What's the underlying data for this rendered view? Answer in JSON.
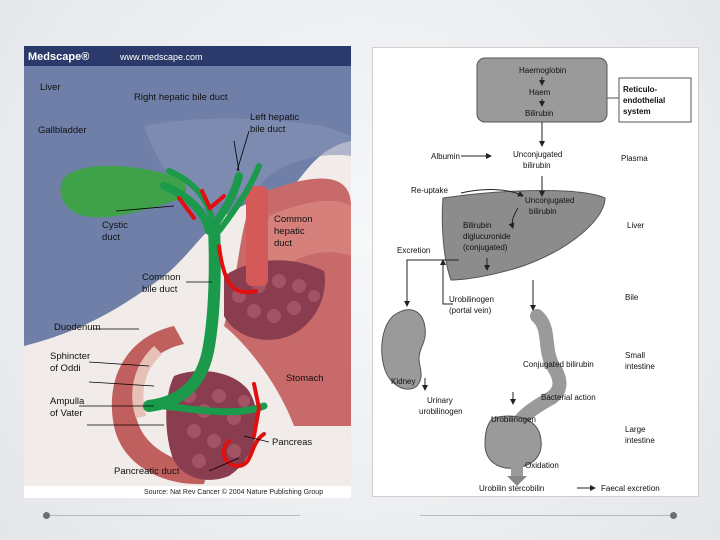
{
  "left_figure": {
    "brand": "Medscape®",
    "url": "www.medscape.com",
    "labels": {
      "liver": "Liver",
      "right_hepatic": "Right hepatic bile duct",
      "left_hepatic_1": "Left hepatic",
      "left_hepatic_2": "bile duct",
      "gallbladder": "Gallbladder",
      "cystic_1": "Cystic",
      "cystic_2": "duct",
      "common_hepatic_1": "Common",
      "common_hepatic_2": "hepatic",
      "common_hepatic_3": "duct",
      "common_bile_1": "Common",
      "common_bile_2": "bile duct",
      "duodenum": "Duodenum",
      "sphincter_1": "Sphincter",
      "sphincter_2": "of Oddi",
      "stomach": "Stomach",
      "ampulla_1": "Ampulla",
      "ampulla_2": "of Vater",
      "pancreas": "Pancreas",
      "pancreatic_duct": "Pancreatic duct"
    },
    "source": "Source: Nat Rev Cancer © 2004 Nature Publishing Group",
    "colors": {
      "duct": "#1a9a4a",
      "liver": "#6f7fa8",
      "gallbladder": "#3fa24a",
      "pancreas": "#8a3d4e",
      "stomach": "#c86a6a",
      "arrow": "#e01010"
    }
  },
  "right_figure": {
    "haemoglobin": "Haemoglobin",
    "haem": "Haem",
    "bilirubin": "Bilirubin",
    "reticulo_1": "Reticulo-",
    "reticulo_2": "endothelial",
    "reticulo_3": "system",
    "albumin": "Albumin",
    "unconj_1": "Unconjugated",
    "unconj_2": "bilirubin",
    "plasma": "Plasma",
    "reuptake": "Re-uptake",
    "liver_unconj_1": "Unconjugated",
    "liver_unconj_2": "bilirubin",
    "biliru_dig_1": "Bilirubin",
    "biliru_dig_2": "diglucuronide",
    "biliru_dig_3": "(conjugated)",
    "liver": "Liver",
    "excretion": "Excretion",
    "bile": "Bile",
    "urobilinogen_portal_1": "Urobilinogen",
    "urobilinogen_portal_2": "(portal vein)",
    "conjugated_bilirubin": "Conjugated bilirubin",
    "small_intestine_1": "Small",
    "small_intestine_2": "intestine",
    "kidney": "Kidney",
    "urinary_1": "Urinary",
    "urinary_2": "urobilinogen",
    "bacterial_action": "Bacterial action",
    "urobilinogen": "Urobilinogen",
    "large_intestine_1": "Large",
    "large_intestine_2": "intestine",
    "oxidation": "Oxidation",
    "urobilin": "Urobilin stercobilin",
    "faecal": "Faecal excretion"
  }
}
